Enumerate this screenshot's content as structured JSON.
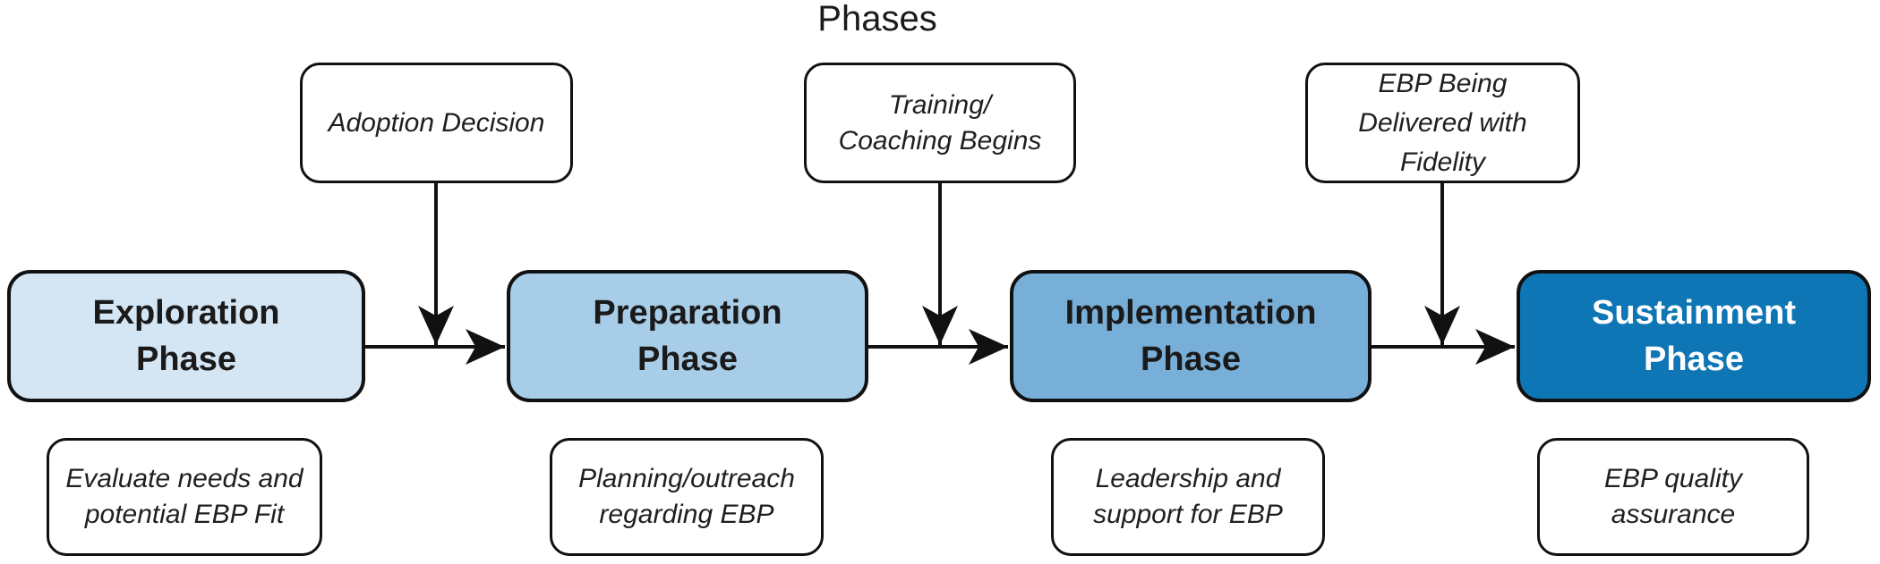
{
  "title": "Phases",
  "colors": {
    "exploration_fill": "#d4e5f3",
    "preparation_fill": "#a7cde8",
    "implementation_fill": "#77afd8",
    "sustainment_fill": "#0e76b4",
    "callout_fill": "#ffffff",
    "box_border": "#111111",
    "arrow": "#111111",
    "phase_text_dark": "#1a1a1a",
    "phase_text_light": "#ffffff"
  },
  "milestones": [
    {
      "label": "Adoption Decision"
    },
    {
      "label": "Training/\nCoaching Begins"
    },
    {
      "label": "EBP Being\nDelivered with\nFidelity"
    }
  ],
  "phases": [
    {
      "label": "Exploration\nPhase",
      "fill": "#d4e5f3",
      "text_color": "#1a1a1a"
    },
    {
      "label": "Preparation\nPhase",
      "fill": "#a7cde8",
      "text_color": "#1a1a1a"
    },
    {
      "label": "Implementation\nPhase",
      "fill": "#77afd8",
      "text_color": "#1a1a1a"
    },
    {
      "label": "Sustainment\nPhase",
      "fill": "#0e76b4",
      "text_color": "#ffffff"
    }
  ],
  "notes": [
    {
      "label": "Evaluate needs and\npotential EBP Fit"
    },
    {
      "label": "Planning/outreach\nregarding EBP"
    },
    {
      "label": "Leadership and\nsupport for EBP"
    },
    {
      "label": "EBP quality\nassurance"
    }
  ]
}
